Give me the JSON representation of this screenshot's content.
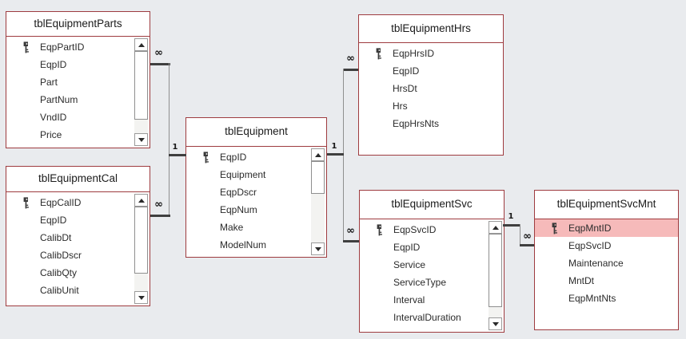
{
  "colors": {
    "canvas_background": "#e9ebee",
    "table_border": "#9e3b3f",
    "table_background": "#ffffff",
    "selected_field_background": "#f6baba",
    "relationship_line": "#8f8f8f",
    "relationship_end_bar": "#3f3f3f"
  },
  "tables": [
    {
      "name": "tblEquipmentParts",
      "has_scrollbar": true,
      "fields": [
        {
          "name": "EqpPartID",
          "primary_key": true
        },
        {
          "name": "EqpID",
          "primary_key": false
        },
        {
          "name": "Part",
          "primary_key": false
        },
        {
          "name": "PartNum",
          "primary_key": false
        },
        {
          "name": "VndID",
          "primary_key": false
        },
        {
          "name": "Price",
          "primary_key": false
        }
      ]
    },
    {
      "name": "tblEquipmentCal",
      "has_scrollbar": true,
      "fields": [
        {
          "name": "EqpCalID",
          "primary_key": true
        },
        {
          "name": "EqpID",
          "primary_key": false
        },
        {
          "name": "CalibDt",
          "primary_key": false
        },
        {
          "name": "CalibDscr",
          "primary_key": false
        },
        {
          "name": "CalibQty",
          "primary_key": false
        },
        {
          "name": "CalibUnit",
          "primary_key": false
        }
      ]
    },
    {
      "name": "tblEquipment",
      "has_scrollbar": true,
      "fields": [
        {
          "name": "EqpID",
          "primary_key": true
        },
        {
          "name": "Equipment",
          "primary_key": false
        },
        {
          "name": "EqpDscr",
          "primary_key": false
        },
        {
          "name": "EqpNum",
          "primary_key": false
        },
        {
          "name": "Make",
          "primary_key": false
        },
        {
          "name": "ModelNum",
          "primary_key": false
        }
      ]
    },
    {
      "name": "tblEquipmentHrs",
      "has_scrollbar": false,
      "fields": [
        {
          "name": "EqpHrsID",
          "primary_key": true
        },
        {
          "name": "EqpID",
          "primary_key": false
        },
        {
          "name": "HrsDt",
          "primary_key": false
        },
        {
          "name": "Hrs",
          "primary_key": false
        },
        {
          "name": "EqpHrsNts",
          "primary_key": false
        }
      ]
    },
    {
      "name": "tblEquipmentSvc",
      "has_scrollbar": true,
      "fields": [
        {
          "name": "EqpSvcID",
          "primary_key": true
        },
        {
          "name": "EqpID",
          "primary_key": false
        },
        {
          "name": "Service",
          "primary_key": false
        },
        {
          "name": "ServiceType",
          "primary_key": false
        },
        {
          "name": "Interval",
          "primary_key": false
        },
        {
          "name": "IntervalDuration",
          "primary_key": false
        }
      ]
    },
    {
      "name": "tblEquipmentSvcMnt",
      "has_scrollbar": false,
      "fields": [
        {
          "name": "EqpMntID",
          "primary_key": true,
          "selected": true
        },
        {
          "name": "EqpSvcID",
          "primary_key": false
        },
        {
          "name": "Maintenance",
          "primary_key": false
        },
        {
          "name": "MntDt",
          "primary_key": false
        },
        {
          "name": "EqpMntNts",
          "primary_key": false
        }
      ]
    }
  ],
  "relationships": [
    {
      "one_table": "tblEquipment",
      "one_field": "EqpID",
      "one_symbol": "1",
      "many_table": "tblEquipmentParts",
      "many_field": "EqpID",
      "many_symbol": "∞"
    },
    {
      "one_table": "tblEquipment",
      "one_field": "EqpID",
      "one_symbol": "1",
      "many_table": "tblEquipmentCal",
      "many_field": "EqpID",
      "many_symbol": "∞"
    },
    {
      "one_table": "tblEquipment",
      "one_field": "EqpID",
      "one_symbol": "1",
      "many_table": "tblEquipmentHrs",
      "many_field": "EqpID",
      "many_symbol": "∞"
    },
    {
      "one_table": "tblEquipment",
      "one_field": "EqpID",
      "one_symbol": "1",
      "many_table": "tblEquipmentSvc",
      "many_field": "EqpID",
      "many_symbol": "∞"
    },
    {
      "one_table": "tblEquipmentSvc",
      "one_field": "EqpSvcID",
      "one_symbol": "1",
      "many_table": "tblEquipmentSvcMnt",
      "many_field": "EqpSvcID",
      "many_symbol": "∞"
    }
  ]
}
